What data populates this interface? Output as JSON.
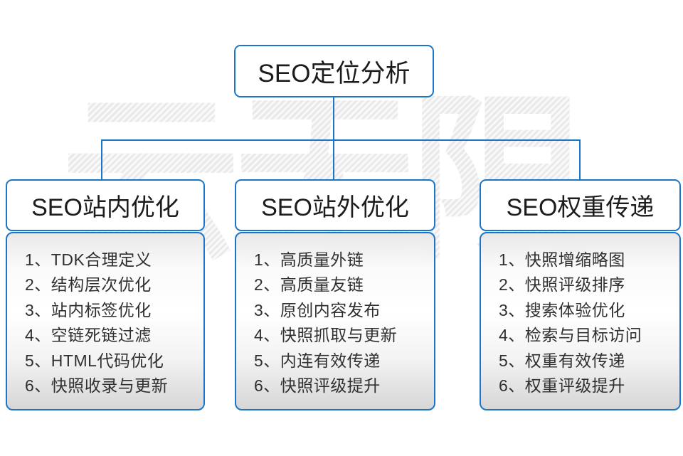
{
  "watermark": {
    "text": "云无限"
  },
  "colors": {
    "accent_blue": "#1976c8",
    "text_dark": "#1c1c1c",
    "list_text": "#303030"
  },
  "root": {
    "label": "SEO定位分析"
  },
  "branches": [
    {
      "header": "SEO站内优化",
      "items": [
        "1、TDK合理定义",
        "2、结构层次优化",
        "3、站内标签优化",
        "4、空链死链过滤",
        "5、HTML代码优化",
        "6、快照收录与更新"
      ]
    },
    {
      "header": "SEO站外优化",
      "items": [
        "1、高质量外链",
        "2、高质量友链",
        "3、原创内容发布",
        "4、快照抓取与更新",
        "5、内连有效传递",
        "6、快照评级提升"
      ]
    },
    {
      "header": "SEO权重传递",
      "items": [
        "1、快照增缩略图",
        "2、快照评级排序",
        "3、搜索体验优化",
        "4、检索与目标访问",
        "5、权重有效传递",
        "6、权重评级提升"
      ]
    }
  ]
}
